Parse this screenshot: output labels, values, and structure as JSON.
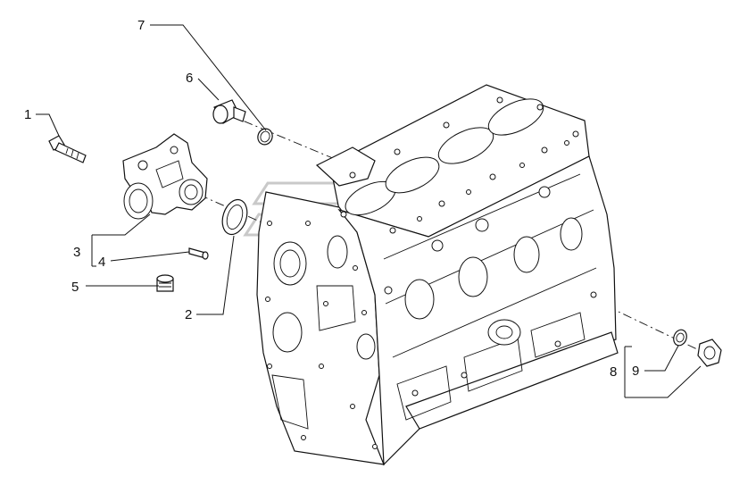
{
  "callouts": [
    {
      "id": "1",
      "label": "1"
    },
    {
      "id": "2",
      "label": "2"
    },
    {
      "id": "3",
      "label": "3"
    },
    {
      "id": "4",
      "label": "4"
    },
    {
      "id": "5",
      "label": "5"
    },
    {
      "id": "6",
      "label": "6"
    },
    {
      "id": "7",
      "label": "7"
    },
    {
      "id": "8",
      "label": "8"
    },
    {
      "id": "9",
      "label": "9"
    }
  ],
  "parts": {
    "bolt": "bolt",
    "thermostat_housing": "thermostat-housing",
    "o_ring_large": "o-ring",
    "dowel_pin": "dowel-pin",
    "plug": "plug",
    "fitting": "fitting",
    "seal_ring_small": "seal-ring",
    "cylinder_block": "engine-cylinder-block",
    "drain_plug": "drain-plug",
    "washer": "washer"
  },
  "colors": {
    "line": "#111111",
    "background": "#ffffff",
    "watermark": "#c9c9c9"
  }
}
